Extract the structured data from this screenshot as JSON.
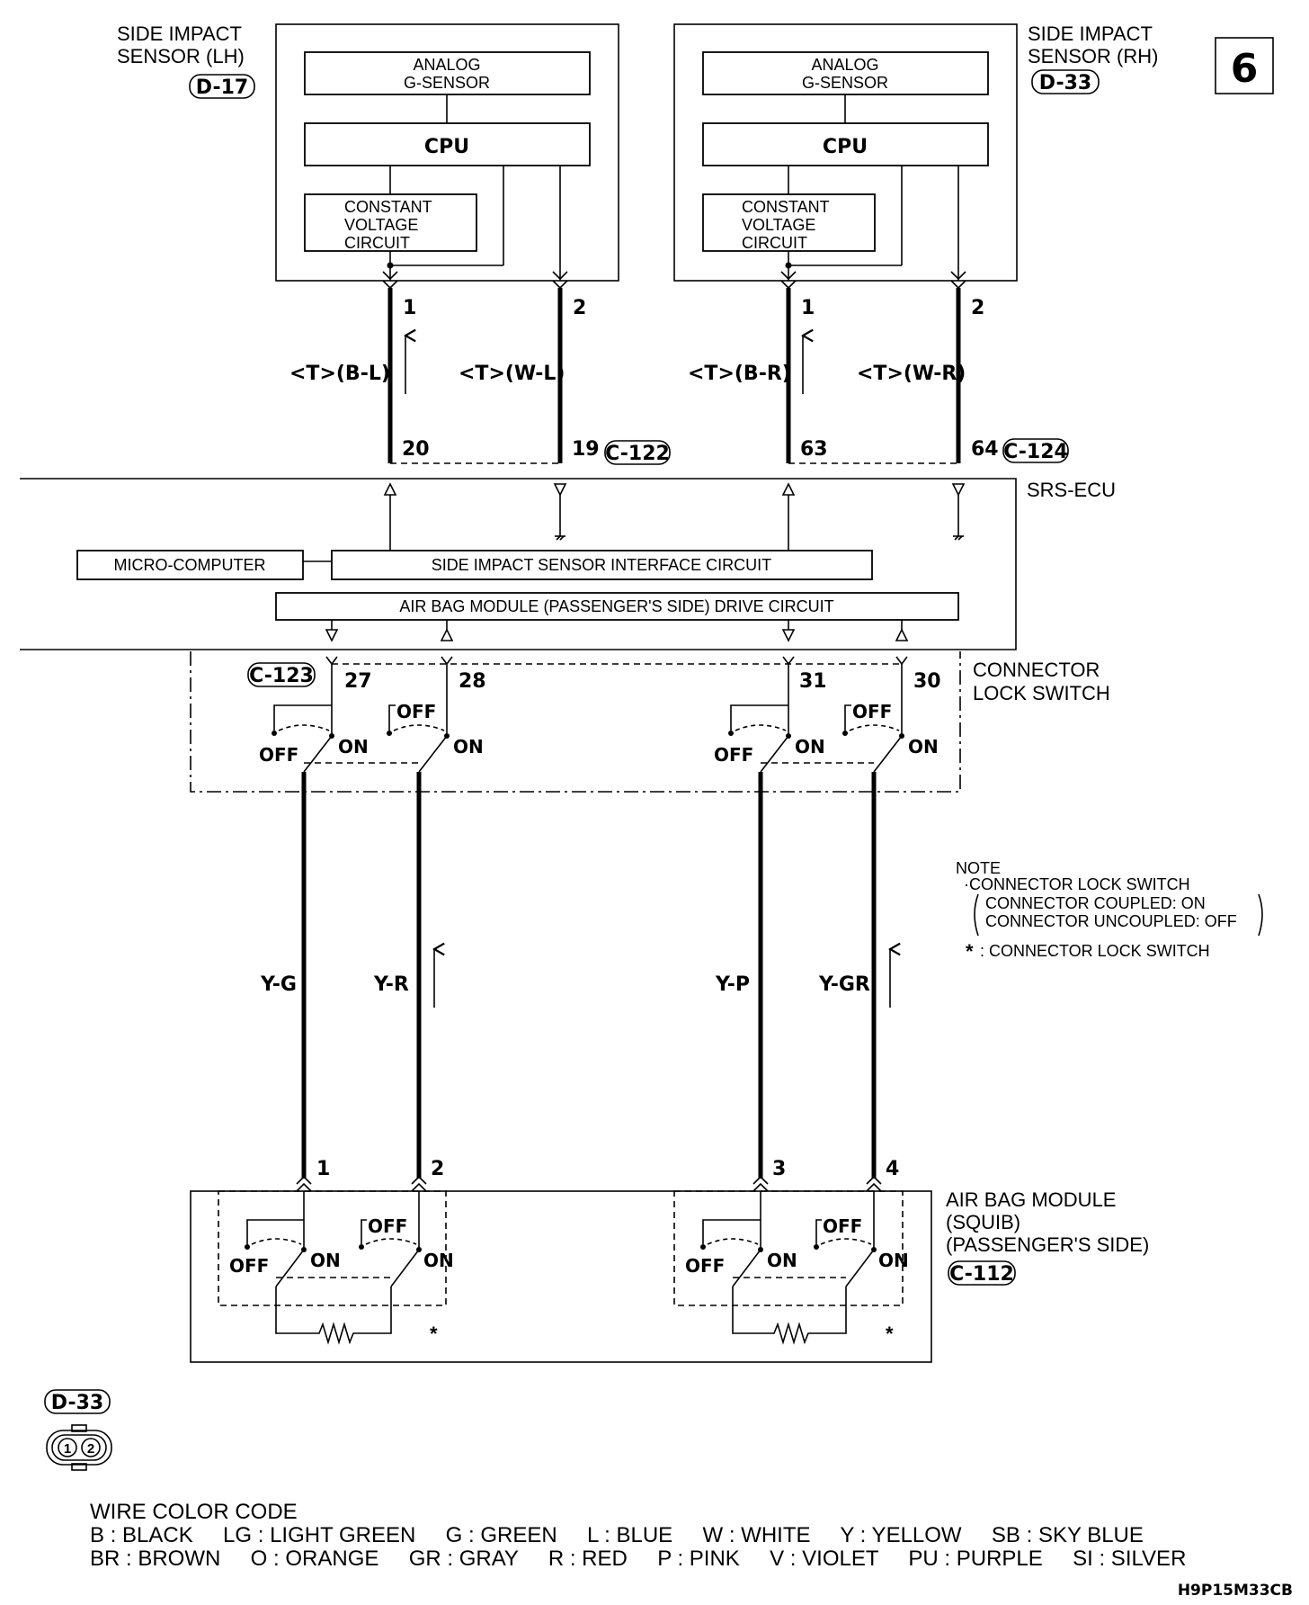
{
  "page_number": "6",
  "sensor_lh": {
    "title_line1": "SIDE IMPACT",
    "title_line2": "SENSOR (LH)",
    "connector": "D-17"
  },
  "sensor_rh": {
    "title_line1": "SIDE IMPACT",
    "title_line2": "SENSOR (RH)",
    "connector": "D-33"
  },
  "sensor_internal": {
    "analog_line1": "ANALOG",
    "analog_line2": "G-SENSOR",
    "cpu": "CPU",
    "cv_line1": "CONSTANT",
    "cv_line2": "VOLTAGE",
    "cv_line3": "CIRCUIT"
  },
  "sensor_wires": [
    {
      "sensor_pin": "1",
      "label": "<T>(B-L)",
      "ecu_pin": "20"
    },
    {
      "sensor_pin": "2",
      "label": "<T>(W-L)",
      "ecu_pin": "19"
    },
    {
      "sensor_pin": "1",
      "label": "<T>(B-R)",
      "ecu_pin": "63"
    },
    {
      "sensor_pin": "2",
      "label": "<T>(W-R)",
      "ecu_pin": "64"
    }
  ],
  "ecu_connectors": {
    "lh": "C-122",
    "rh": "C-124",
    "lower": "C-123"
  },
  "ecu": {
    "name": "SRS-ECU",
    "micro": "MICRO-COMPUTER",
    "interface": "SIDE IMPACT SENSOR INTERFACE CIRCUIT",
    "drive": "AIR BAG MODULE (PASSENGER'S SIDE) DRIVE CIRCUIT"
  },
  "connector_lock_switch": {
    "line1": "CONNECTOR",
    "line2": "LOCK SWITCH"
  },
  "switch_labels": {
    "off": "OFF",
    "on": "ON"
  },
  "lower_wires": [
    {
      "ecu_pin": "27",
      "color": "Y-G",
      "module_pin": "1"
    },
    {
      "ecu_pin": "28",
      "color": "Y-R",
      "module_pin": "2"
    },
    {
      "ecu_pin": "31",
      "color": "Y-P",
      "module_pin": "3"
    },
    {
      "ecu_pin": "30",
      "color": "Y-GR",
      "module_pin": "4"
    }
  ],
  "note": {
    "title": "NOTE",
    "line1": "·CONNECTOR LOCK SWITCH",
    "line2": "CONNECTOR COUPLED: ON",
    "line3": "CONNECTOR UNCOUPLED: OFF",
    "star_mark": "*",
    "line4": ": CONNECTOR LOCK SWITCH"
  },
  "airbag_module": {
    "line1": "AIR BAG MODULE",
    "line2": "(SQUIB)",
    "line3": "(PASSENGER'S SIDE)",
    "connector": "C-112",
    "star": "*"
  },
  "connector_view": {
    "label": "D-33",
    "pin1": "1",
    "pin2": "2"
  },
  "wire_color_code": {
    "title": "WIRE COLOR CODE",
    "row1": "B : BLACK     LG : LIGHT GREEN     G : GREEN     L : BLUE     W : WHITE     Y : YELLOW     SB : SKY BLUE",
    "row2": "BR : BROWN     O : ORANGE     GR : GRAY     R : RED     P : PINK     V : VIOLET     PU : PURPLE     SI : SILVER"
  },
  "figure_code": "H9P15M33CB"
}
